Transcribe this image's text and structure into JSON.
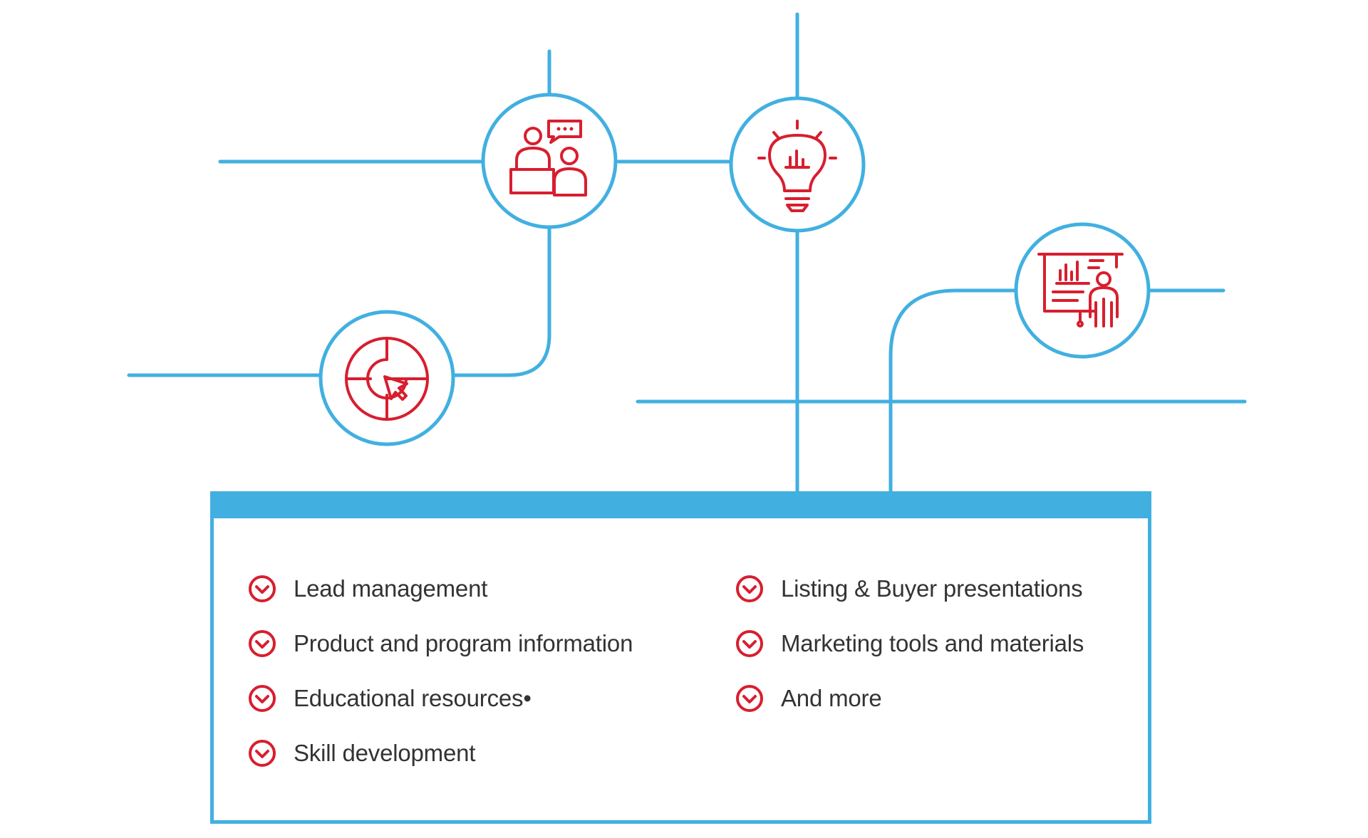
{
  "nodes": [
    {
      "name": "two-people-chat-icon"
    },
    {
      "name": "lightbulb-chart-icon"
    },
    {
      "name": "target-cursor-icon"
    },
    {
      "name": "presenter-board-icon"
    }
  ],
  "features": {
    "left": [
      {
        "label": "Lead management",
        "icon": "chevron-down-circle-icon"
      },
      {
        "label": "Product and program information",
        "icon": "chevron-down-circle-icon"
      },
      {
        "label": "Educational resources•",
        "icon": "chevron-down-circle-icon"
      },
      {
        "label": "Skill development",
        "icon": "chevron-down-circle-icon"
      }
    ],
    "right": [
      {
        "label": "Listing & Buyer presentations",
        "icon": "chevron-down-circle-icon"
      },
      {
        "label": "Marketing tools and materials",
        "icon": "chevron-down-circle-icon"
      },
      {
        "label": "And more",
        "icon": "chevron-down-circle-icon"
      }
    ]
  },
  "colors": {
    "line": "#41b0e0",
    "icon": "#d81e2f",
    "text": "#333333"
  }
}
